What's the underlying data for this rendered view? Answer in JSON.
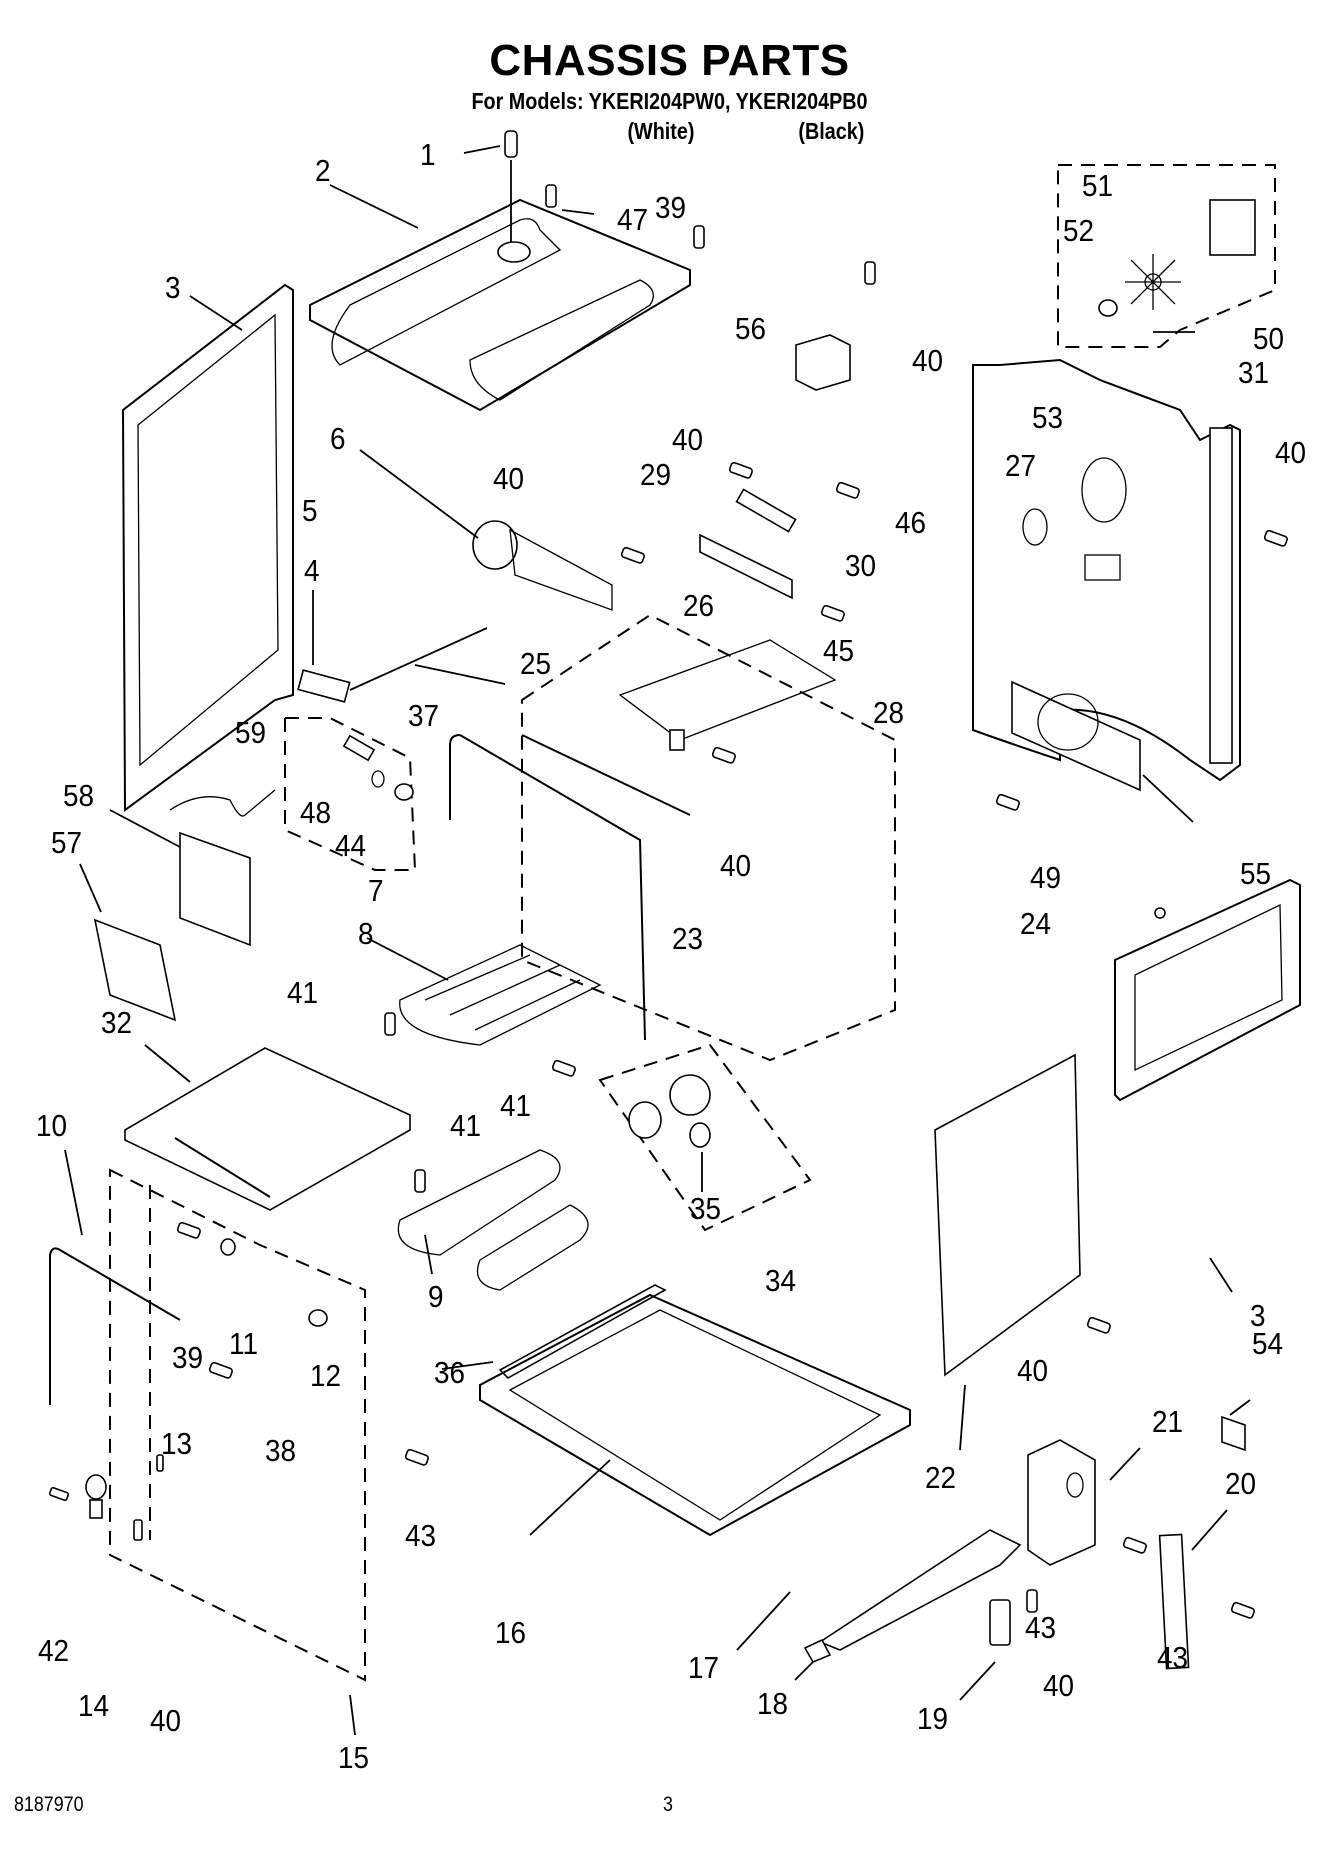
{
  "header": {
    "title": "CHASSIS PARTS",
    "models_line": "For Models: YKERI204PW0, YKERI204PB0",
    "variants": [
      {
        "model": "YKERI204PW0",
        "color_label": "(White)"
      },
      {
        "model": "YKERI204PB0",
        "color_label": "(Black)"
      }
    ]
  },
  "diagram": {
    "callouts": [
      {
        "id": "c1",
        "label": "1"
      },
      {
        "id": "c2",
        "label": "2"
      },
      {
        "id": "c3a",
        "label": "3"
      },
      {
        "id": "c3b",
        "label": "3"
      },
      {
        "id": "c4",
        "label": "4"
      },
      {
        "id": "c5",
        "label": "5"
      },
      {
        "id": "c6",
        "label": "6"
      },
      {
        "id": "c7",
        "label": "7"
      },
      {
        "id": "c8",
        "label": "8"
      },
      {
        "id": "c9",
        "label": "9"
      },
      {
        "id": "c10",
        "label": "10"
      },
      {
        "id": "c11",
        "label": "11"
      },
      {
        "id": "c12",
        "label": "12"
      },
      {
        "id": "c13",
        "label": "13"
      },
      {
        "id": "c14",
        "label": "14"
      },
      {
        "id": "c15",
        "label": "15"
      },
      {
        "id": "c16",
        "label": "16"
      },
      {
        "id": "c17",
        "label": "17"
      },
      {
        "id": "c18",
        "label": "18"
      },
      {
        "id": "c19",
        "label": "19"
      },
      {
        "id": "c20",
        "label": "20"
      },
      {
        "id": "c21",
        "label": "21"
      },
      {
        "id": "c22",
        "label": "22"
      },
      {
        "id": "c23",
        "label": "23"
      },
      {
        "id": "c24",
        "label": "24"
      },
      {
        "id": "c25",
        "label": "25"
      },
      {
        "id": "c26",
        "label": "26"
      },
      {
        "id": "c27",
        "label": "27"
      },
      {
        "id": "c28",
        "label": "28"
      },
      {
        "id": "c29",
        "label": "29"
      },
      {
        "id": "c30",
        "label": "30"
      },
      {
        "id": "c31",
        "label": "31"
      },
      {
        "id": "c32",
        "label": "32"
      },
      {
        "id": "c34",
        "label": "34"
      },
      {
        "id": "c35",
        "label": "35"
      },
      {
        "id": "c36",
        "label": "36"
      },
      {
        "id": "c37",
        "label": "37"
      },
      {
        "id": "c38",
        "label": "38"
      },
      {
        "id": "c39a",
        "label": "39"
      },
      {
        "id": "c39b",
        "label": "39"
      },
      {
        "id": "c40a",
        "label": "40"
      },
      {
        "id": "c40b",
        "label": "40"
      },
      {
        "id": "c40c",
        "label": "40"
      },
      {
        "id": "c40d",
        "label": "40"
      },
      {
        "id": "c40e",
        "label": "40"
      },
      {
        "id": "c40f",
        "label": "40"
      },
      {
        "id": "c40g",
        "label": "40"
      },
      {
        "id": "c40h",
        "label": "40"
      },
      {
        "id": "c41a",
        "label": "41"
      },
      {
        "id": "c41b",
        "label": "41"
      },
      {
        "id": "c41c",
        "label": "41"
      },
      {
        "id": "c42",
        "label": "42"
      },
      {
        "id": "c43a",
        "label": "43"
      },
      {
        "id": "c43b",
        "label": "43"
      },
      {
        "id": "c43c",
        "label": "43"
      },
      {
        "id": "c44",
        "label": "44"
      },
      {
        "id": "c45",
        "label": "45"
      },
      {
        "id": "c46",
        "label": "46"
      },
      {
        "id": "c47",
        "label": "47"
      },
      {
        "id": "c48",
        "label": "48"
      },
      {
        "id": "c49",
        "label": "49"
      },
      {
        "id": "c50",
        "label": "50"
      },
      {
        "id": "c51",
        "label": "51"
      },
      {
        "id": "c52",
        "label": "52"
      },
      {
        "id": "c53",
        "label": "53"
      },
      {
        "id": "c54",
        "label": "54"
      },
      {
        "id": "c55",
        "label": "55"
      },
      {
        "id": "c56",
        "label": "56"
      },
      {
        "id": "c57",
        "label": "57"
      },
      {
        "id": "c58",
        "label": "58"
      },
      {
        "id": "c59",
        "label": "59"
      }
    ]
  },
  "footer": {
    "document_number": "8187970",
    "page_number": "3"
  }
}
